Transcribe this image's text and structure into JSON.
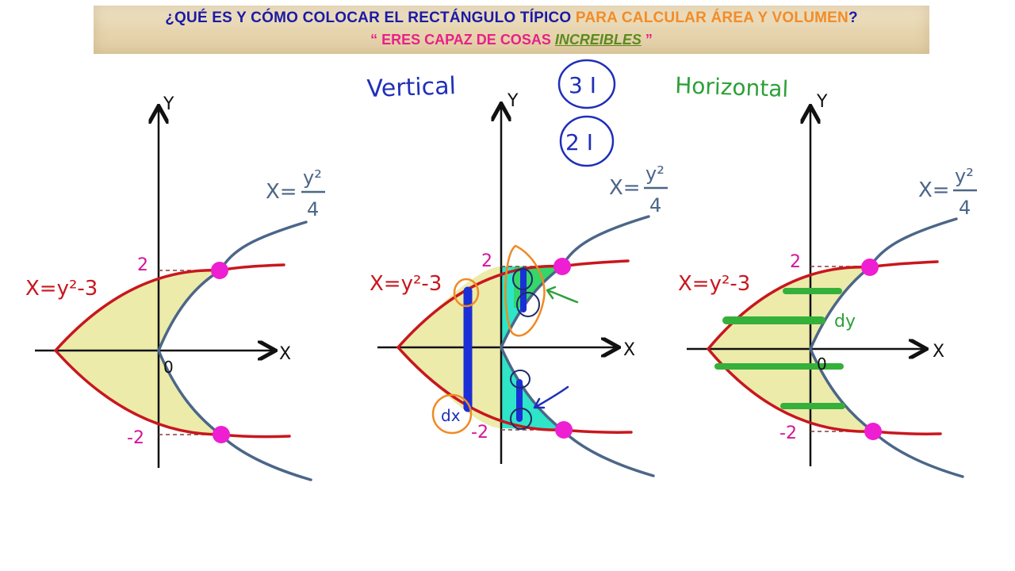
{
  "title": {
    "part1": "¿QUÉ ES Y CÓMO COLOCAR EL RECTÁNGULO TÍPICO ",
    "part2": "PARA CALCULAR ÁREA Y VOLUMEN",
    "part3": "?",
    "subtitle_open": "“ ERES CAPAZ DE COSAS ",
    "subtitle_highlight": "INCREIBLES",
    "subtitle_close": " ”"
  },
  "colors": {
    "title_blue": "#1a1aa6",
    "title_orange": "#f28c28",
    "subtitle_pink": "#e8208a",
    "highlight_green": "#5a8a1e",
    "curve_red": "#c8171e",
    "curve_slate": "#4b6688",
    "region_fill": "#ecebaa",
    "cyan_fill": "#2ee5c8",
    "green_fill": "#35d66a",
    "rect_blue": "#1b2fd6",
    "rect_green": "#35b03a",
    "point_magenta": "#ee1ed2",
    "label_magenta": "#d4149a",
    "circle_orange": "#f08a24",
    "ink_blue": "#1f2fb8",
    "ink_green": "#2ea03a"
  },
  "labels": {
    "axis_x": "X",
    "axis_y": "Y",
    "tick_top": "2",
    "tick_bottom": "-2",
    "origin": "0",
    "curve_left": "X=y²-3",
    "curve_right_lhs": "X=",
    "curve_right_num": "y²",
    "curve_right_den": "4",
    "vertical": "Vertical",
    "horizontal": "Horizontal",
    "circle_three": "3 I",
    "circle_two": "2 I",
    "dx": "dx",
    "dy": "dy"
  }
}
